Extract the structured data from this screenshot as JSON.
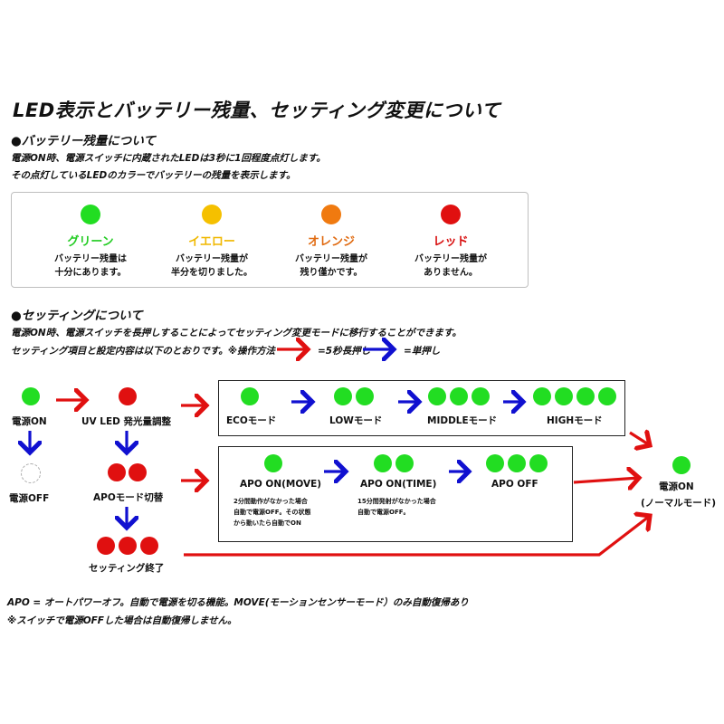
{
  "title": "LED表示とバッテリー残量、セッティング変更について",
  "battery": {
    "heading": "●バッテリー残量について",
    "line1": "電源ON時、電源スイッチに内蔵されたLEDは3秒に1回程度点灯します。",
    "line2": "その点灯しているLEDのカラーでバッテリーの残量を表示します。",
    "levels": [
      {
        "name": "グリーン",
        "color": "#22dd22",
        "desc1": "バッテリー残量は",
        "desc2": "十分にあります。"
      },
      {
        "name": "イエロー",
        "color": "#f5c000",
        "desc1": "バッテリー残量が",
        "desc2": "半分を切りました。"
      },
      {
        "name": "オレンジ",
        "color": "#f07a10",
        "desc1": "バッテリー残量が",
        "desc2": "残り僅かです。"
      },
      {
        "name": "レッド",
        "color": "#e01010",
        "desc1": "バッテリー残量が",
        "desc2": "ありません。"
      }
    ]
  },
  "setting": {
    "heading": "●セッティングについて",
    "line1": "電源ON時、電源スイッチを長押しすることによってセッティング変更モードに移行することができます。",
    "line2": "セッティング項目と設定内容は以下のとおりです。※操作方法",
    "legend_long": "=5秒長押し",
    "legend_short": "=単押し"
  },
  "flow": {
    "power_on": "電源ON",
    "power_off": "電源OFF",
    "uv_led": "UV LED 発光量調整",
    "apo_switch": "APOモード切替",
    "setting_end": "セッティング終了",
    "eco": "ECOモード",
    "low": "LOWモード",
    "middle": "MIDDLEモード",
    "high": "HIGHモード",
    "apo_move": "APO ON(MOVE)",
    "apo_time": "APO ON(TIME)",
    "apo_off": "APO OFF",
    "apo_move_note1": "2分間動作がなかった場合",
    "apo_move_note2": "自動で電源OFF。その状態",
    "apo_move_note3": "から動いたら自動でON",
    "apo_time_note1": "15分間発射がなかった場合",
    "apo_time_note2": "自動で電源OFF。",
    "result_line1": "電源ON",
    "result_line2": "(ノーマルモード)"
  },
  "colors": {
    "green": "#22dd22",
    "red": "#e01010",
    "long_arrow": "#e01010",
    "short_arrow": "#1010d0"
  },
  "footer": {
    "line1": "APO = オートパワーオフ。自動で電源を切る機能。MOVE(モーションセンサーモード）のみ自動復帰あり",
    "line2": "※スイッチで電源OFFした場合は自動復帰しません。"
  }
}
